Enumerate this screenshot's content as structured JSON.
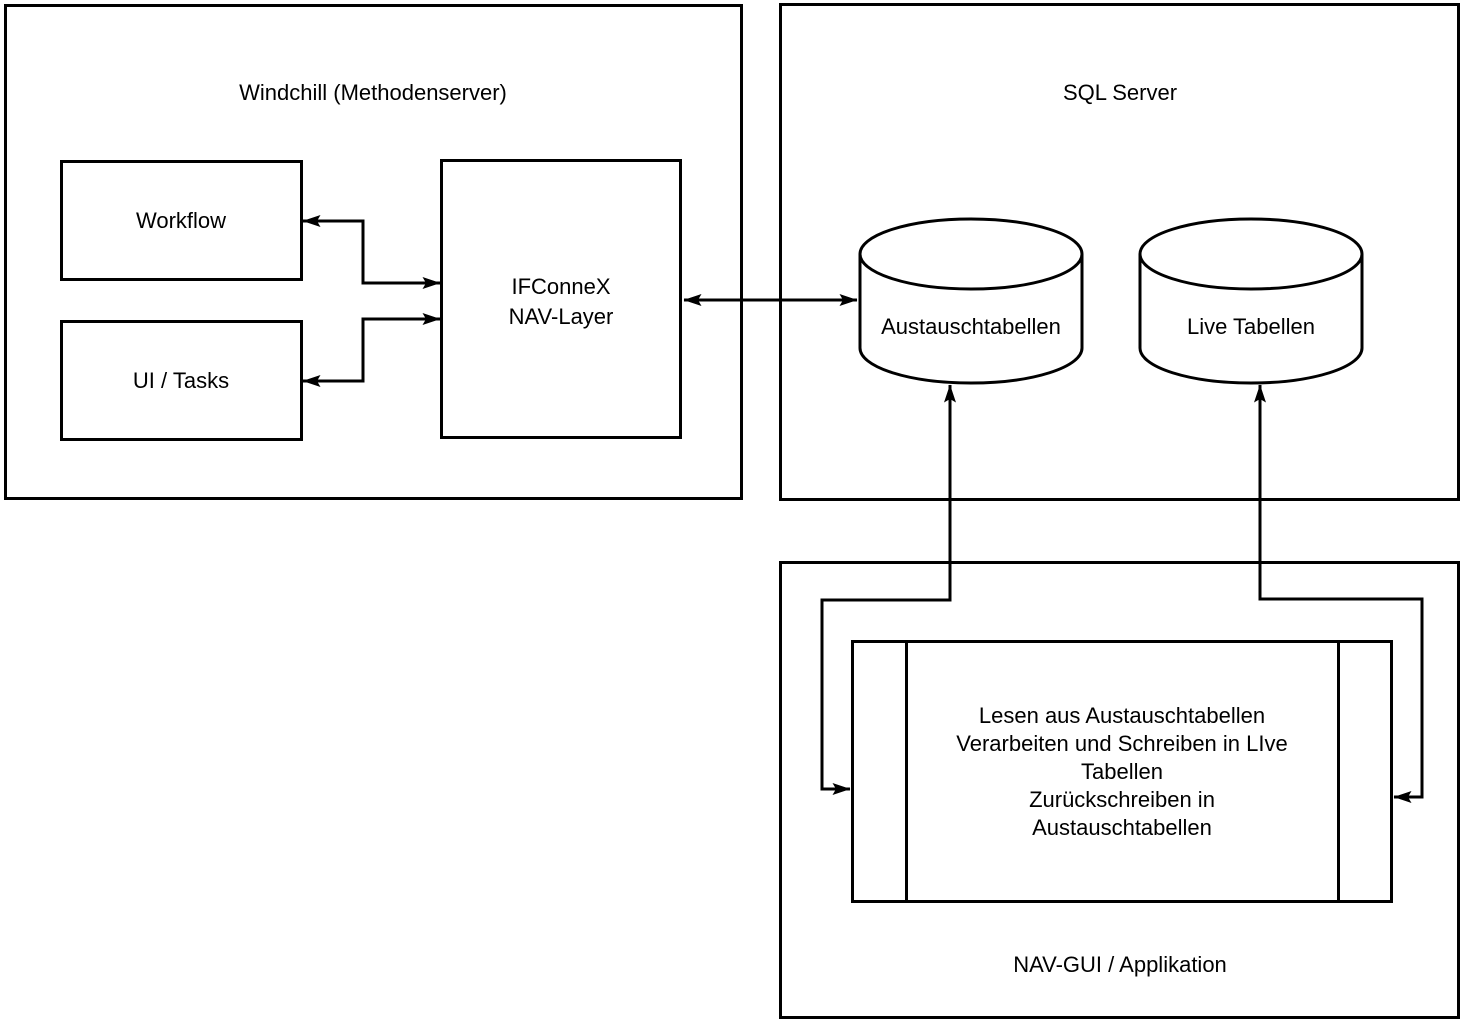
{
  "diagram": {
    "colors": {
      "line": "#000000",
      "background": "#ffffff"
    },
    "windchill": {
      "title": "Windchill (Methodenserver)",
      "workflow_label": "Workflow",
      "ui_tasks_label": "UI / Tasks",
      "ifconnex_label": "IFConneX\nNAV-Layer"
    },
    "sql_server": {
      "title": "SQL Server",
      "austausch_label": "Austauschtabellen",
      "live_label": "Live Tabellen"
    },
    "nav_gui": {
      "title": "NAV-GUI / Applikation",
      "process_text": "Lesen aus Austauschtabellen\nVerarbeiten und Schreiben in LIve\nTabellen\nZurückschreiben in Austauschtabellen"
    }
  }
}
